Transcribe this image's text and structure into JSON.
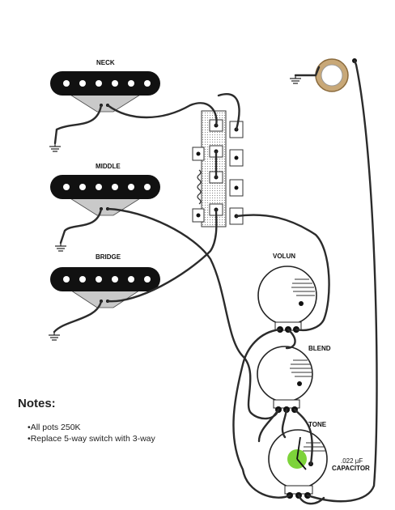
{
  "labels": {
    "neck": "NECK",
    "middle": "MIDDLE",
    "bridge": "BRIDGE",
    "volume": "VOLUN",
    "blend": "BLEND",
    "tone": "TONE",
    "capacitor_value": ".022 µF",
    "capacitor": "CAPACITOR"
  },
  "notes": {
    "title": "Notes:",
    "items": [
      "All pots 250K",
      "Replace 5-way switch with 3-way"
    ]
  },
  "colors": {
    "wire": "#2b2b2b",
    "pickup_body": "#111111",
    "pickup_base": "#c9c9c9",
    "jack_ring": "#c8a878",
    "capacitor": "#7dd33a"
  }
}
